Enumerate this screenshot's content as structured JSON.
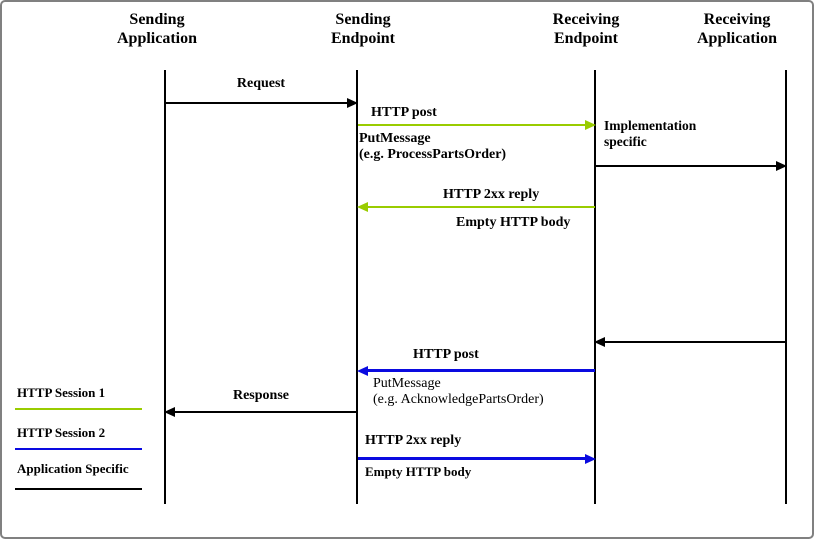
{
  "colors": {
    "http_session_1": "#99cc00",
    "http_session_2": "#0a0ae0",
    "application_specific": "#000000",
    "border": "#808080"
  },
  "columns": [
    {
      "label": "Sending Application"
    },
    {
      "label": "Sending Endpoint"
    },
    {
      "label": "Receiving Endpoint"
    },
    {
      "label": "Receiving Application"
    }
  ],
  "messages": {
    "request": "Request",
    "http_post_1": "HTTP post",
    "put_message_1": "PutMessage",
    "put_message_1_example": "(e.g. ProcessPartsOrder)",
    "implementation_specific": "Implementation specific",
    "http_reply_1": "HTTP 2xx reply",
    "empty_body_1": "Empty HTTP body",
    "http_post_2": "HTTP post",
    "put_message_2": "PutMessage",
    "put_message_2_example": "(e.g. AcknowledgePartsOrder)",
    "response": "Response",
    "http_reply_2": "HTTP 2xx reply",
    "empty_body_2": "Empty HTTP body"
  },
  "legend": [
    {
      "label": "HTTP Session 1",
      "color": "#99cc00"
    },
    {
      "label": "HTTP Session 2",
      "color": "#0a0ae0"
    },
    {
      "label": "Application Specific",
      "color": "#000000"
    }
  ]
}
